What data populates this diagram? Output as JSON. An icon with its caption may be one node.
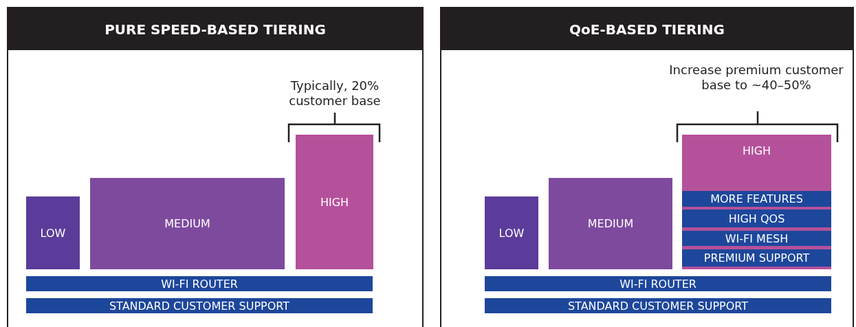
{
  "diagram": {
    "nodes": [
      {
        "text": [
          "PURE SPEED-BASED TIERING"
        ]
      },
      {
        "text": [
          "LOW"
        ],
        "in": 0
      },
      {
        "text": [
          "MEDIUM"
        ],
        "in": 0
      },
      {
        "text": [
          "HIGH"
        ],
        "in": 0
      },
      {
        "text": [
          "WI-FI ROUTER"
        ],
        "in": 0
      },
      {
        "text": [
          "STANDARD CUSTOMER SUPPORT"
        ],
        "in": 0
      },
      {
        "text": [
          "QoE-BASED TIERING"
        ]
      },
      {
        "text": [
          "LOW"
        ],
        "in": 6
      },
      {
        "text": [
          "MEDIUM"
        ],
        "in": 6
      },
      {
        "text": [
          "HIGH"
        ],
        "in": 6
      },
      {
        "text": [
          "MORE FEATURES"
        ],
        "in": 9
      },
      {
        "text": [
          "HIGH QOS"
        ],
        "in": 9
      },
      {
        "text": [
          "WI-FI MESH"
        ],
        "in": 9
      },
      {
        "text": [
          "PREMIUM SUPPORT"
        ],
        "in": 9
      },
      {
        "text": [
          "WI-FI ROUTER"
        ],
        "in": 6
      },
      {
        "text": [
          "STANDARD CUSTOMER SUPPORT"
        ],
        "in": 6
      }
    ],
    "edges": [],
    "labels": [
      "Typically, 20% customer base",
      "Increase premium customer base to ~40–50%"
    ]
  }
}
